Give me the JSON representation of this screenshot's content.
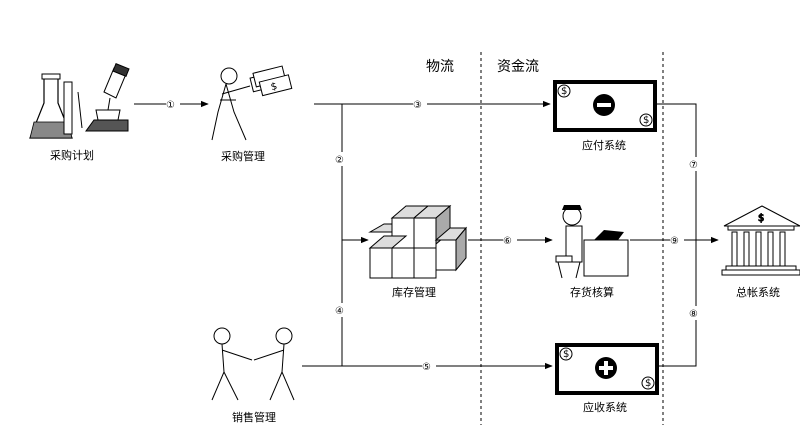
{
  "headers": {
    "logistics": "物流",
    "fund_flow": "资金流"
  },
  "nodes": {
    "purchase_plan": "采购计划",
    "purchase_mgmt": "采购管理",
    "payable": "应付系统",
    "inventory_mgmt": "库存管理",
    "inventory_accounting": "存货核算",
    "general_ledger": "总帐系统",
    "sales_mgmt": "销售管理",
    "receivable": "应收系统"
  },
  "steps": [
    "①",
    "②",
    "③",
    "④",
    "⑤",
    "⑥",
    "⑦",
    "⑧",
    "⑨"
  ],
  "symbols": {
    "payable_sign": "−",
    "receivable_sign": "+",
    "currency": "$"
  },
  "icons": [
    "lab-flask-icon",
    "microscope-icon",
    "money-runner-icon",
    "bank-icon",
    "cube-stack-icon",
    "accountant-desk-icon",
    "handshake-icon",
    "banknote-minus-icon",
    "banknote-plus-icon"
  ]
}
